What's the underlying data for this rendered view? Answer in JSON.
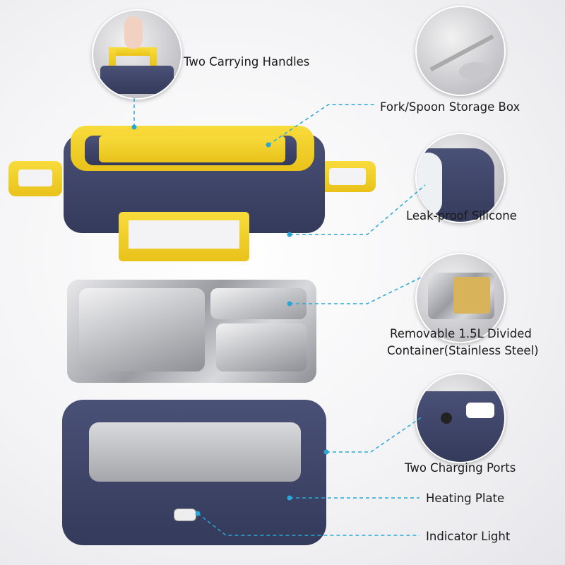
{
  "colors": {
    "accent_line": "#29a8d8",
    "lid_yellow": "#f2cf2a",
    "body_navy": "#3d4466",
    "steel": "#b8babe"
  },
  "labels": {
    "handles": "Two Carrying Handles",
    "storage_box": "Fork/Spoon Storage Box",
    "silicone": "Leak-proof Silicone",
    "container_line1": "Removable 1.5L Divided",
    "container_line2": "Container(Stainless Steel)",
    "charging": "Two Charging Ports",
    "heating": "Heating Plate",
    "indicator": "Indicator Light"
  }
}
